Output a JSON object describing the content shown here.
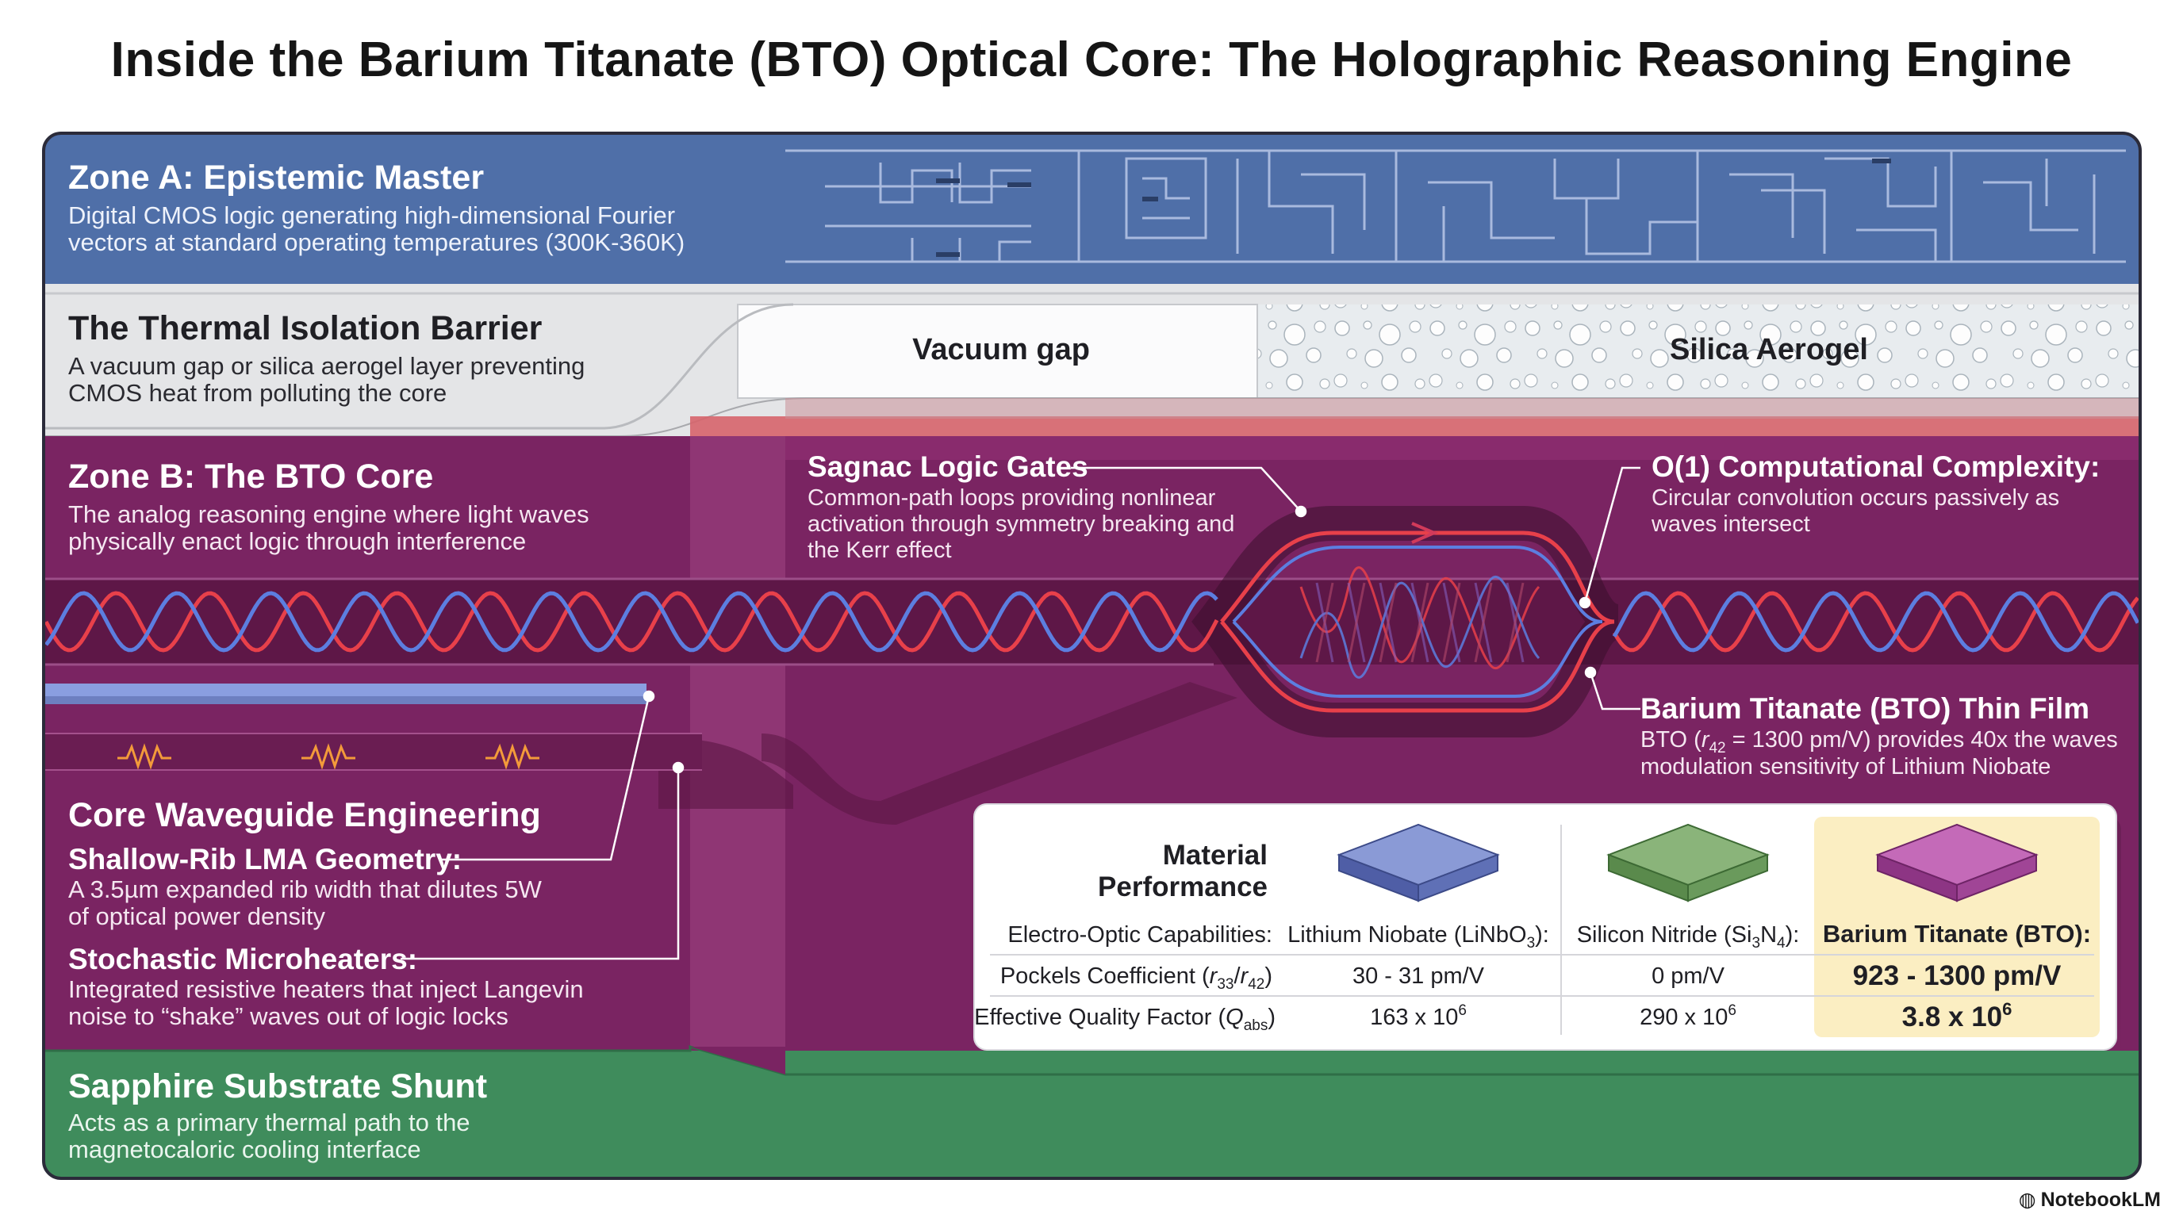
{
  "title": "Inside the Barium Titanate (BTO) Optical Core: The Holographic Reasoning Engine",
  "zones": {
    "a": {
      "heading": "Zone A: Epistemic Master",
      "line1": "Digital CMOS logic generating high-dimensional Fourier",
      "line2": "vectors at standard operating temperatures (300K-360K)"
    },
    "barrier": {
      "heading": "The Thermal Isolation Barrier",
      "line1": "A vacuum gap or silica aerogel layer preventing",
      "line2": "CMOS heat from polluting the core",
      "vacuum_label": "Vacuum gap",
      "aerogel_label": "Silica Aerogel"
    },
    "b": {
      "heading": "Zone B: The BTO Core",
      "line1": "The analog reasoning engine where light waves",
      "line2": "physically enact logic through interference"
    },
    "waveguide": {
      "heading": "Core Waveguide Engineering",
      "rib_heading": "Shallow-Rib LMA Geometry:",
      "rib_line1": "A 3.5µm expanded rib width that dilutes 5W",
      "rib_line2": "of optical power density",
      "heater_heading": "Stochastic Microheaters:",
      "heater_line1": "Integrated resistive heaters that inject Langevin",
      "heater_line2": "noise to “shake” waves out of logic locks"
    },
    "sapphire": {
      "heading": "Sapphire Substrate Shunt",
      "line1": "Acts as a primary thermal path to the",
      "line2": "magnetocaloric cooling interface"
    }
  },
  "callouts": {
    "sagnac": {
      "heading": "Sagnac Logic Gates",
      "line1": "Common-path loops providing nonlinear",
      "line2": "activation through symmetry breaking and",
      "line3": "the Kerr effect"
    },
    "complexity": {
      "heading": "O(1) Computational Complexity:",
      "line1": "Circular convolution occurs passively as",
      "line2": "waves intersect"
    },
    "film": {
      "heading": "Barium Titanate (BTO) Thin Film",
      "line1_pre": "BTO (",
      "line1_sym": "r",
      "line1_sub": "42",
      "line1_post": " = 1300 pm/V) provides 40x the waves",
      "line2": "modulation sensitivity of Lithium Niobate"
    }
  },
  "table": {
    "title_line1": "Material",
    "title_line2": "Performance",
    "row_labels": {
      "capabilities": "Electro-Optic Capabilities:",
      "pockels_pre": "Pockels Coefficient (",
      "pockels_sym1": "r",
      "pockels_sub1": "33",
      "pockels_mid": "/",
      "pockels_sym2": "r",
      "pockels_sub2": "42",
      "pockels_post": ")",
      "q_pre": "Effective Quality Factor (",
      "q_sym": "Q",
      "q_sub": "abs",
      "q_post": ")"
    },
    "materials": [
      {
        "name_pre": "Lithium Niobate (LiNbO",
        "name_sub": "3",
        "name_post": "):",
        "pockels": "30 - 31 pm/V",
        "q_base": "163 x 10",
        "q_exp": "6",
        "color": "#6f80c4"
      },
      {
        "name_pre": "Silicon Nitride (Si",
        "name_sub": "3",
        "name_mid": "N",
        "name_sub2": "4",
        "name_post": "):",
        "pockels": "0 pm/V",
        "q_base": "290 x 10",
        "q_exp": "6",
        "color": "#6f9a60"
      },
      {
        "name": "Barium Titanate (BTO):",
        "pockels": "923 - 1300 pm/V",
        "q_base": "3.8 x 10",
        "q_exp": "6",
        "color": "#a9439b",
        "highlight": "#fbeec2"
      }
    ]
  },
  "brand": "NotebookLM",
  "colors": {
    "zone_a": "#4f6fa8",
    "barrier": "#e4e5e7",
    "zone_b": "#7a2462",
    "waveguide_band": "#5e1747",
    "sapphire": "#3f8c5c",
    "wave_red": "#e8404a",
    "wave_blue": "#5c7ee0",
    "heater": "#f39a3a"
  }
}
